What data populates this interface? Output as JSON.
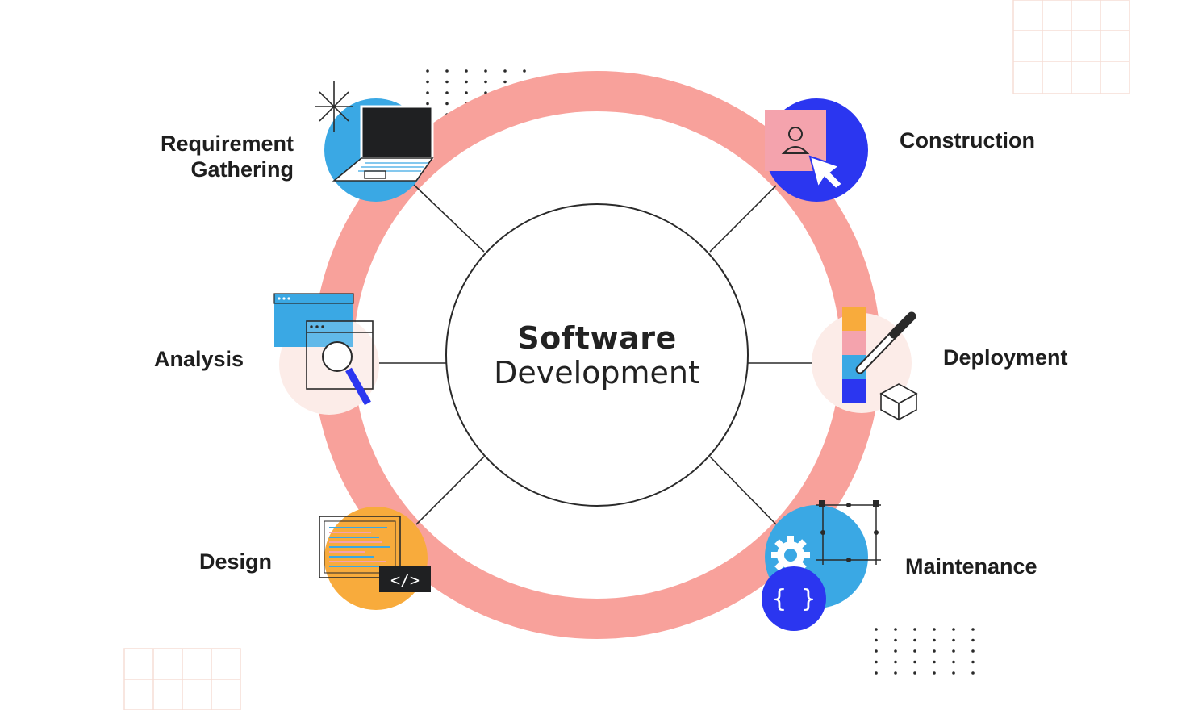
{
  "diagram": {
    "center": {
      "line1": "Software",
      "line2": "Development"
    },
    "stages": [
      {
        "id": "requirement-gathering",
        "lines": [
          "Requirement",
          "Gathering"
        ],
        "icon": "laptop-icon"
      },
      {
        "id": "construction",
        "lines": [
          "Construction"
        ],
        "icon": "user-profile-cursor-icon"
      },
      {
        "id": "analysis",
        "lines": [
          "Analysis"
        ],
        "icon": "magnifier-window-icon"
      },
      {
        "id": "deployment",
        "lines": [
          "Deployment"
        ],
        "icon": "pipette-box-icon"
      },
      {
        "id": "design",
        "lines": [
          "Design"
        ],
        "icon": "code-window-icon"
      },
      {
        "id": "maintenance",
        "lines": [
          "Maintenance"
        ],
        "icon": "gear-braces-icon"
      }
    ],
    "colors": {
      "ring": "#f8a19b",
      "blue": "#2b36f0",
      "sky": "#3aa8e4",
      "orange": "#f8ab3c",
      "pink": "#f4a3ad",
      "blush": "#fcece8",
      "ink": "#1e1e1e"
    }
  }
}
